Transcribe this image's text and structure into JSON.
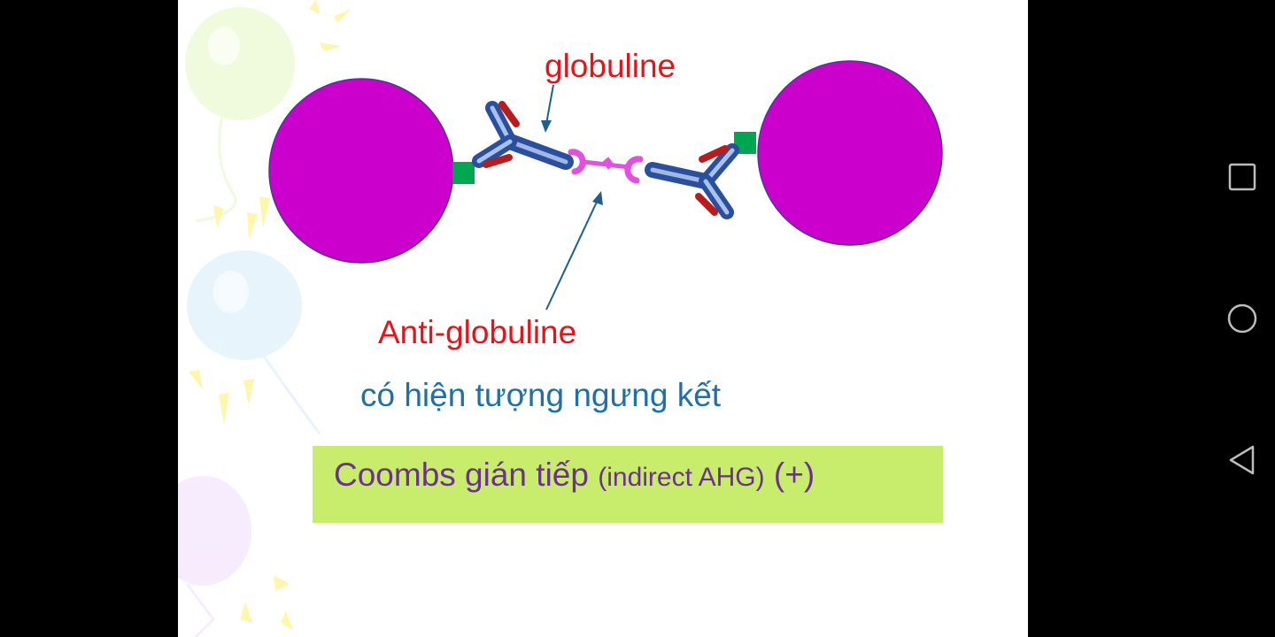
{
  "slide": {
    "label_globuline": "globuline",
    "label_antiglobuline": "Anti-globuline",
    "bullet_glyph": "",
    "bullet_text": "có hiện tượng ngưng kết",
    "result_glyph": "",
    "result_main": "Coombs gián tiếp",
    "result_sub": "(indirect AHG)",
    "result_sign": "(+)"
  },
  "colors": {
    "cell": "#cc00cc",
    "antigen": "#00a650",
    "antibody": "#2a4f9e",
    "antiglobulin": "#e34fe0",
    "label_red": "#e3151a",
    "bullet_blue": "#1f6fa8",
    "result_bg": "#c8ec6c",
    "result_text": "#6d3291"
  },
  "navbar": {
    "icons": [
      "recent-apps-icon",
      "home-icon",
      "back-icon"
    ]
  }
}
